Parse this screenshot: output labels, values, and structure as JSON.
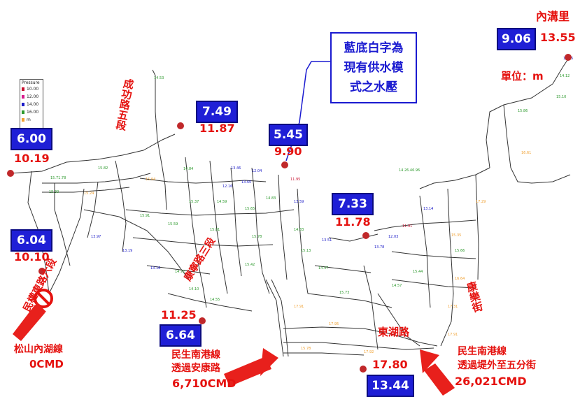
{
  "legend": {
    "title": "Pressure",
    "entries": [
      {
        "label": "10.00",
        "color": "#c8102e"
      },
      {
        "label": "12.00",
        "color": "#d81b8c"
      },
      {
        "label": "14.00",
        "color": "#1c1cc8"
      },
      {
        "label": "16.00",
        "color": "#2e9a2e"
      },
      {
        "label": "m",
        "color": "#f0a030"
      }
    ]
  },
  "title_top_right": "內溝里",
  "callout_text": "藍底白字為現有供水模式之水壓",
  "unit_label": "單位：m",
  "pressure_points": [
    {
      "current": "6.00",
      "modeled": "10.19"
    },
    {
      "current": "6.04",
      "modeled": "10.10"
    },
    {
      "current": "7.49",
      "modeled": "11.87"
    },
    {
      "current": "5.45",
      "modeled": "9.90"
    },
    {
      "current": "7.33",
      "modeled": "11.78"
    },
    {
      "current": "9.06",
      "modeled": "13.55"
    },
    {
      "current": "6.64",
      "modeled": "11.25"
    },
    {
      "current": "13.44",
      "modeled": "17.80"
    }
  ],
  "road_labels": [
    "成功路五段",
    "民權東路六段",
    "康寧路三段",
    "東湖路",
    "康樂街"
  ],
  "inflows": [
    {
      "line": "松山內湖線",
      "flow": "0CMD"
    },
    {
      "line": "民生南港線",
      "route": "透過安康路",
      "flow": "6,710CMD"
    },
    {
      "line": "民生南港線",
      "route": "透過堤外至五分街",
      "flow": "26,021CMD"
    }
  ],
  "colors": {
    "box_blue": "#1f1fd6",
    "value_red": "#e5120f",
    "arrow_red": "#e8201c",
    "pipe": "#333333"
  }
}
